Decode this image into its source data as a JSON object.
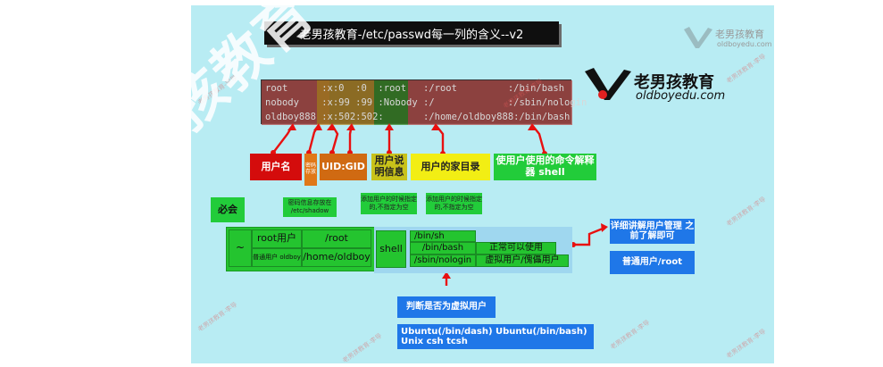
{
  "title": "老男孩教育-/etc/passwd每一列的含义--v2",
  "brand": {
    "name": "老男孩教育",
    "url": "oldboyedu.com",
    "corner_name": "老男孩教育",
    "corner_url": "oldboyedu.com"
  },
  "terminal_lines": [
    "root      :x:0  :0  :root   :/root         :/bin/bash",
    "nobody    :x:99 :99 :Nobody :/             :/sbin/nologin",
    "oldboy888 :x:502:502:       :/home/oldboy888:/bin/bash"
  ],
  "labels": {
    "username": "用户名",
    "password": "密码 存放",
    "uidgid": "UID:GID",
    "desc": "用户说明信息",
    "home": "用户的家目录",
    "shell": "使用户使用的命令解释器 shell"
  },
  "notes": {
    "must": "必会",
    "shadow": "密码信息存放在 /etc/shadow",
    "add1": "添加用户的时候指定的,不指定为空",
    "add2": "添加用户的时候指定的,不指定为空"
  },
  "table": {
    "tilde": "~",
    "root_user": "root用户",
    "root_home": "/root",
    "normal_user": "普通用户 oldboy",
    "normal_home": "/home/oldboy",
    "shell": "shell",
    "sh": "/bin/sh",
    "bash": "/bin/bash",
    "nologin": "/sbin/nologin",
    "bash_note": "正常可以使用",
    "nologin_note": "虚拟用户/傀儡用户"
  },
  "buttons": {
    "detail": "详细讲解用户管理 之前了解即可",
    "normal_root": "普通用户/root",
    "judge": "判断是否为虚拟用户",
    "distro": "Ubuntu(/bin/dash) Ubuntu(/bin/bash) Unix  csh  tcsh"
  },
  "watermark": "老男孩教育-李导"
}
